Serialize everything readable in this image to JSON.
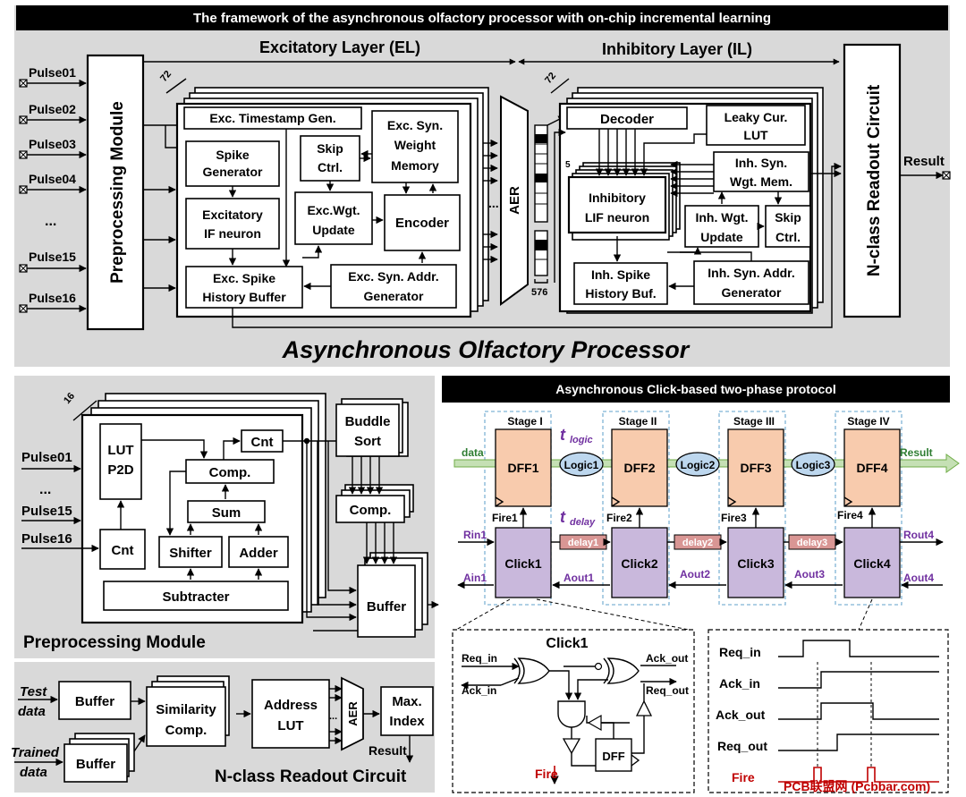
{
  "main_title": "The framework of the asynchronous olfactory processor with on-chip incremental learning",
  "top": {
    "excitatory_layer": "Excitatory Layer (EL)",
    "inhibitory_layer": "Inhibitory Layer (IL)",
    "processor_title": "Asynchronous Olfactory Processor",
    "pulses": [
      "Pulse01",
      "Pulse02",
      "Pulse03",
      "Pulse04",
      "...",
      "Pulse15",
      "Pulse16"
    ],
    "preprocessing_module": "Preprocessing Module",
    "stack_count_el": "72",
    "stack_count_il": "72",
    "stack_count_lif": "5",
    "el_blocks": {
      "timestamp": "Exc. Timestamp Gen.",
      "spike_gen": [
        "Spike",
        "Generator"
      ],
      "exc_if": [
        "Excitatory",
        "IF neuron"
      ],
      "skip": [
        "Skip",
        "Ctrl."
      ],
      "weight_mem": [
        "Exc. Syn.",
        "Weight",
        "Memory"
      ],
      "wgt_update": [
        "Exc.Wgt.",
        "Update"
      ],
      "encoder": "Encoder",
      "history": [
        "Exc. Spike",
        "History Buffer"
      ],
      "addr_gen": [
        "Exc. Syn. Addr.",
        "Generator"
      ]
    },
    "aer": "AER",
    "dots": "...",
    "aer_count": "576",
    "il_blocks": {
      "decoder": "Decoder",
      "leaky_lut": [
        "Leaky Cur.",
        "LUT"
      ],
      "wgt_mem": [
        "Inh. Syn.",
        "Wgt. Mem."
      ],
      "lif": [
        "Inhibitory",
        "LIF neuron"
      ],
      "wgt_update": [
        "Inh. Wgt.",
        "Update"
      ],
      "skip": [
        "Skip",
        "Ctrl."
      ],
      "history": [
        "Inh. Spike",
        "History Buf."
      ],
      "addr_gen": [
        "Inh. Syn. Addr.",
        "Generator"
      ]
    },
    "readout": "N-class Readout Circuit",
    "result": "Result"
  },
  "preprocessing": {
    "title": "Preprocessing Module",
    "stack_count": "16",
    "inputs": [
      "Pulse01",
      "...",
      "Pulse15",
      "Pulse16"
    ],
    "lut": [
      "LUT",
      "P2D"
    ],
    "cnt_left": "Cnt",
    "cnt_top": "Cnt",
    "comp": "Comp.",
    "sum": "Sum",
    "shifter": "Shifter",
    "adder": "Adder",
    "subtracter": "Subtracter",
    "buddle": [
      "Buddle",
      "Sort"
    ],
    "comp2": "Comp.",
    "buffer": "Buffer"
  },
  "readout_circuit": {
    "title": "N-class Readout Circuit",
    "test_data": [
      "Test",
      "data"
    ],
    "trained_data": [
      "Trained",
      "data"
    ],
    "buffer1": "Buffer",
    "buffer2": "Buffer",
    "similarity": [
      "Similarity",
      "Comp."
    ],
    "address_lut": [
      "Address",
      "LUT"
    ],
    "aer": "AER",
    "dots": "...",
    "max_index": [
      "Max.",
      "Index"
    ],
    "result": "Result"
  },
  "click_protocol": {
    "title": "Asynchronous Click-based two-phase protocol",
    "stages": [
      "Stage I",
      "Stage II",
      "Stage III",
      "Stage IV"
    ],
    "dffs": [
      "DFF1",
      "DFF2",
      "DFF3",
      "DFF4"
    ],
    "logics": [
      "Logic1",
      "Logic2",
      "Logic3"
    ],
    "clicks": [
      "Click1",
      "Click2",
      "Click3",
      "Click4"
    ],
    "delays": [
      "delay1",
      "delay2",
      "delay3"
    ],
    "fires": [
      "Fire1",
      "Fire2",
      "Fire3",
      "Fire4"
    ],
    "aouts": [
      "Aout1",
      "Aout2",
      "Aout3",
      "Aout4"
    ],
    "data": "data",
    "result": "Result",
    "rin1": "Rin1",
    "ain1": "Ain1",
    "rout4": "Rout4",
    "t_logic": "logic",
    "t_delay": "delay",
    "t_symbol": "t"
  },
  "click1_circuit": {
    "title": "Click1",
    "req_in": "Req_in",
    "ack_in": "Ack_in",
    "ack_out": "Ack_out",
    "req_out": "Req_out",
    "dff": "DFF",
    "fire": "Fire"
  },
  "timing": {
    "signals": [
      "Req_in",
      "Ack_in",
      "Ack_out",
      "Req_out",
      "Fire"
    ]
  },
  "watermark": "PCB联盟网 (Pcbbar.com)",
  "colors": {
    "panel_bg": "#d9d9d9",
    "header_bg": "#000000",
    "dff_fill": "#f8cbad",
    "click_fill": "#c9b8dc",
    "logic_fill": "#bdd7ee",
    "delay_fill": "#d99694",
    "stage_dash": "#7fb3d5",
    "green_arrow": "#c5e0b4",
    "label_green": "#2e7d32",
    "label_purple": "#7030a0",
    "fire_red": "#c00000"
  }
}
